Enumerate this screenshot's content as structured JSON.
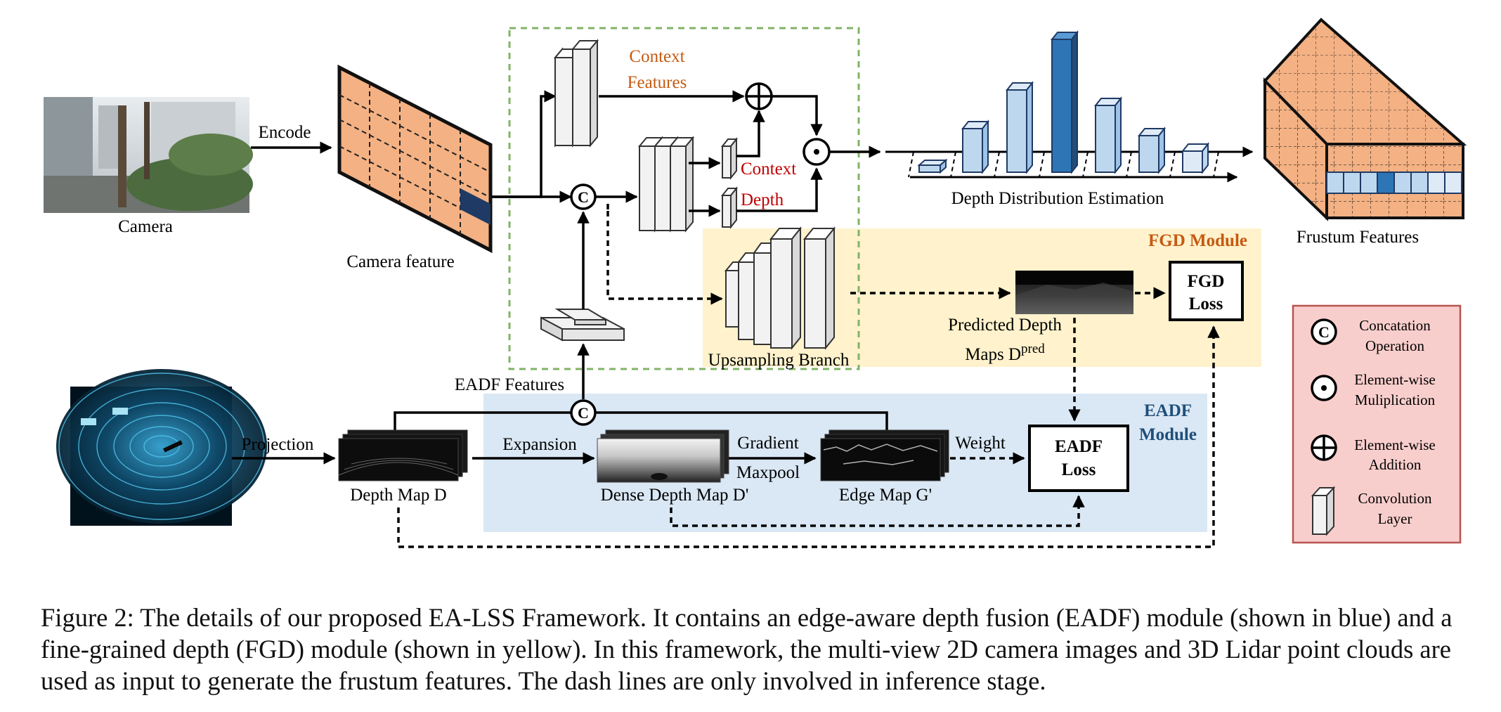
{
  "labels": {
    "camera": "Camera",
    "encode": "Encode",
    "camera_feature": "Camera feature",
    "context_features_1": "Context",
    "context_features_2": "Features",
    "context": "Context",
    "depth": "Depth",
    "depth_distribution": "Depth Distribution Estimation",
    "frustum_features": "Frustum Features",
    "fgd_module": "FGD Module",
    "fgd_loss_1": "FGD",
    "fgd_loss_2": "Loss",
    "predicted_depth_1": "Predicted Depth",
    "predicted_depth_2": "Maps D",
    "predicted_depth_sup": "pred",
    "upsampling_branch": "Upsampling Branch",
    "eadf_features": "EADF Features",
    "eadf_module_1": "EADF",
    "eadf_module_2": "Module",
    "projection": "Projection",
    "depth_map": "Depth Map D",
    "expansion": "Expansion",
    "dense_depth_map": "Dense Depth Map D'",
    "gradient": "Gradient",
    "maxpool": "Maxpool",
    "edge_map": "Edge Map G'",
    "weight": "Weight",
    "eadf_loss_1": "EADF",
    "eadf_loss_2": "Loss"
  },
  "legend": {
    "concat_1": "Concatation",
    "concat_2": "Operation",
    "mult_1": "Element-wise",
    "mult_2": "Muliplication",
    "add_1": "Element-wise",
    "add_2": "Addition",
    "conv_1": "Convolution",
    "conv_2": "Layer",
    "concat_symbol": "C"
  },
  "caption": "Figure 2: The details of our proposed EA-LSS Framework. It contains an edge-aware depth fusion (EADF) module (shown in blue) and a fine-grained depth (FGD) module (shown in yellow). In this framework, the multi-view 2D camera images and 3D Lidar point clouds are used as input to generate the frustum features. The dash lines are only involved in inference stage.",
  "colors": {
    "camera_feature": "#f4b183",
    "fgd_background": "#fff2cc",
    "eadf_background": "#dae8f5",
    "legend_background": "#f8cecc",
    "legend_border": "#b85450",
    "green_dash": "#82b366",
    "orange_text": "#c55a11",
    "red_text": "#c00000",
    "blue_text": "#1f4e79",
    "bar_light": "#bdd7ee",
    "bar_dark": "#2e75b6"
  }
}
